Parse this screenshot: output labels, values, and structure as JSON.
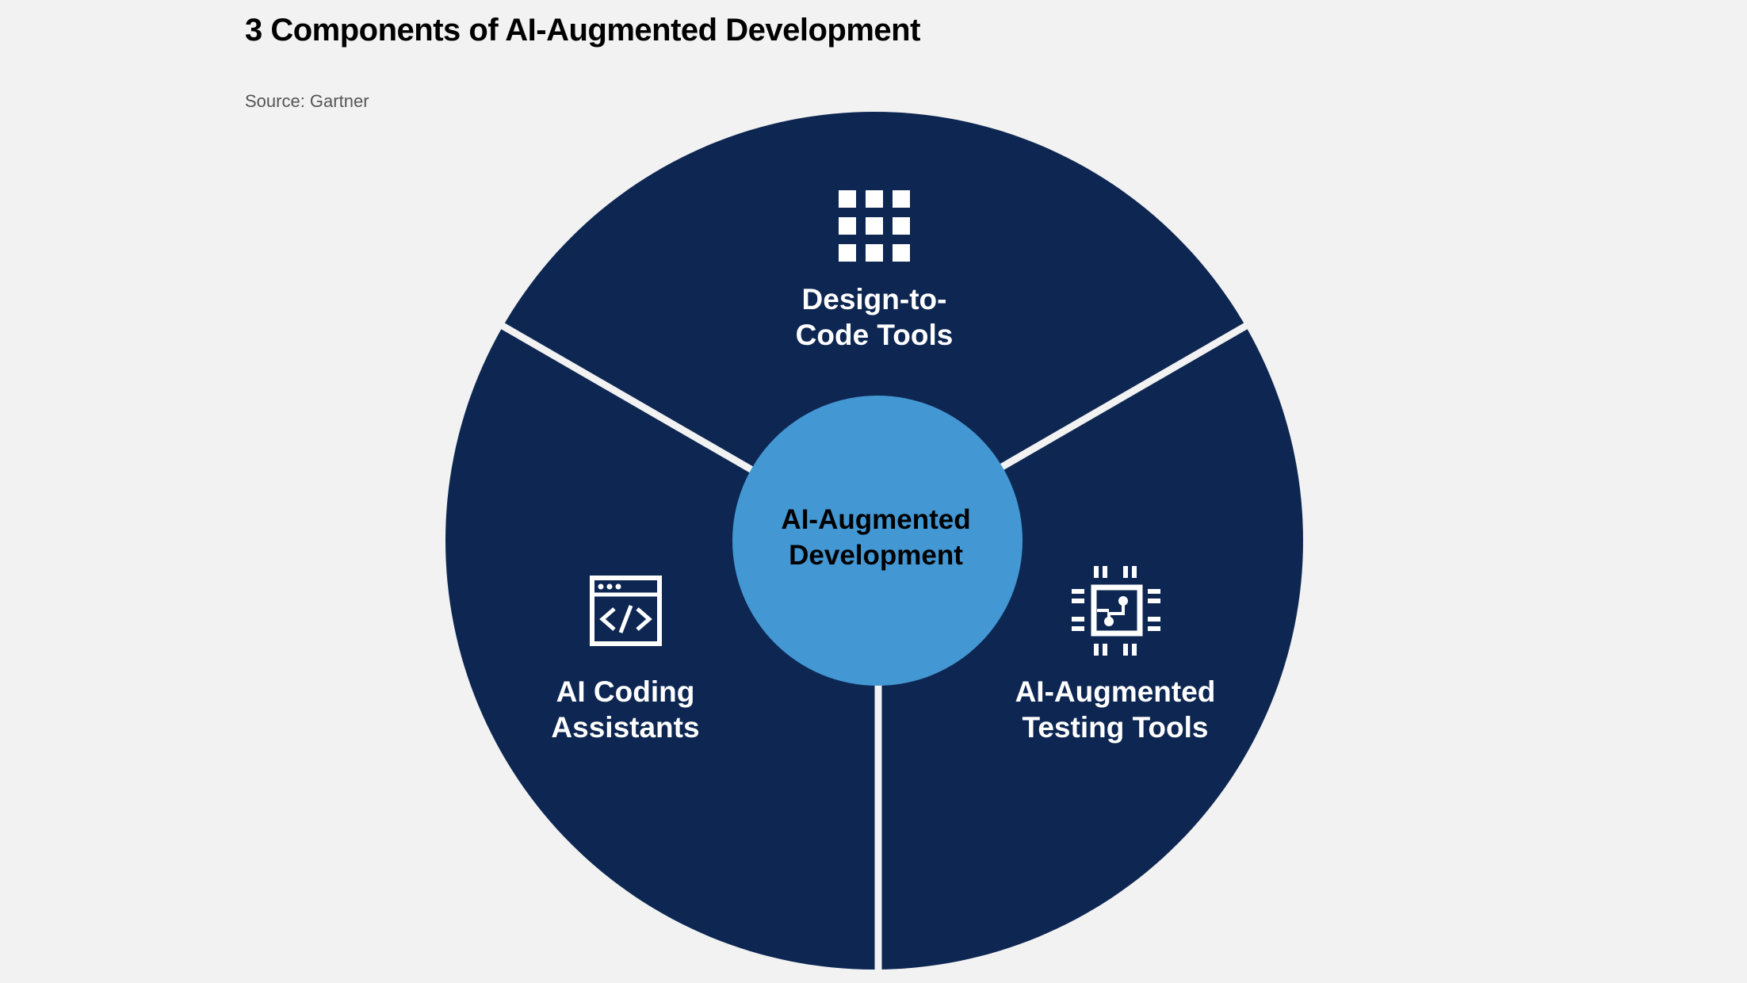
{
  "title": "3 Components of AI-Augmented Development",
  "source": "Source: Gartner",
  "center": {
    "line1": "AI-Augmented",
    "line2": "Development"
  },
  "segments": [
    {
      "line1": "Design-to-",
      "line2": "Code Tools",
      "icon": "grid-icon"
    },
    {
      "line1": "AI Coding",
      "line2": "Assistants",
      "icon": "code-window-icon"
    },
    {
      "line1": "AI-Augmented",
      "line2": "Testing Tools",
      "icon": "chip-icon"
    }
  ],
  "colors": {
    "outer": "#0e2752",
    "inner": "#4397d3",
    "divider": "#f2f2f2"
  }
}
